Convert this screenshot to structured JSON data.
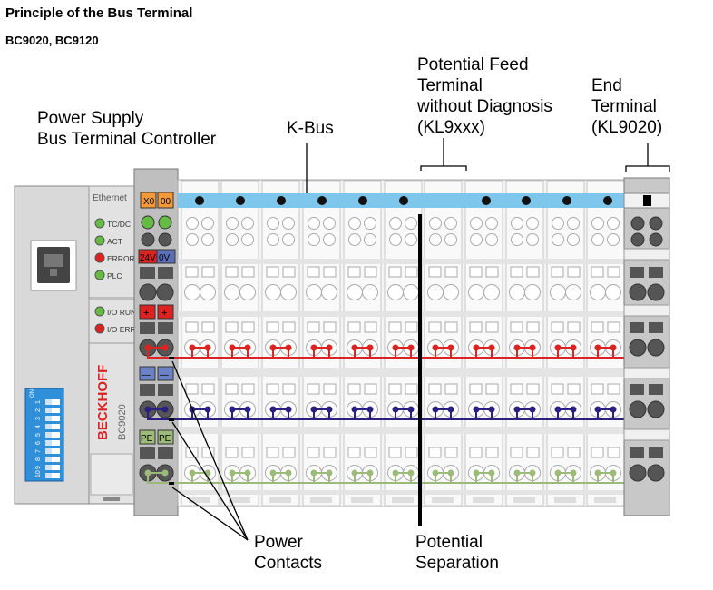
{
  "title": "Principle of the Bus Terminal",
  "subtitle": "BC9020, BC9120",
  "labels": {
    "power_supply_line1": "Power Supply",
    "power_supply_line2": "Bus Terminal Controller",
    "kbus": "K-Bus",
    "feed_line1": "Potential Feed",
    "feed_line2": "Terminal",
    "feed_line3": "without Diagnosis",
    "feed_line4": "(KL9xxx)",
    "end_line1": "End",
    "end_line2": "Terminal",
    "end_line3": "(KL9020)",
    "power_contacts_line1": "Power",
    "power_contacts_line2": "Contacts",
    "separation_line1": "Potential",
    "separation_line2": "Separation"
  },
  "controller": {
    "ethernet_label": "Ethernet",
    "leds": [
      {
        "label": "TC/DC",
        "color": "#66bb44"
      },
      {
        "label": "ACT",
        "color": "#66bb44"
      },
      {
        "label": "ERROR",
        "color": "#dd2222"
      },
      {
        "label": "PLC",
        "color": "#66bb44"
      }
    ],
    "io_leds": [
      {
        "label": "I/O RUN",
        "color": "#66bb44"
      },
      {
        "label": "I/O ERR",
        "color": "#dd2222"
      }
    ],
    "dip_numbers": [
      "1",
      "2",
      "3",
      "4",
      "5",
      "6",
      "7",
      "8",
      "9",
      "10"
    ],
    "dip_on_label": "ON",
    "brand": "BECKHOFF",
    "model": "BC9020"
  },
  "supply_terminal": {
    "x0_label": "X0",
    "x00_label": "00",
    "v24_label": "24V",
    "v0_label": "0V",
    "plus1": "+",
    "plus2": "+",
    "minus1": "—",
    "minus2": "—",
    "pe1": "PE",
    "pe2": "PE"
  },
  "colors": {
    "kbus": "#7fc6ec",
    "red_rail": "#dd2222",
    "blue_rail": "#2a2080",
    "green_rail": "#9cba7a",
    "separation": "#000000",
    "orange": "#f29a3a",
    "housing": "#d8d8d8"
  }
}
